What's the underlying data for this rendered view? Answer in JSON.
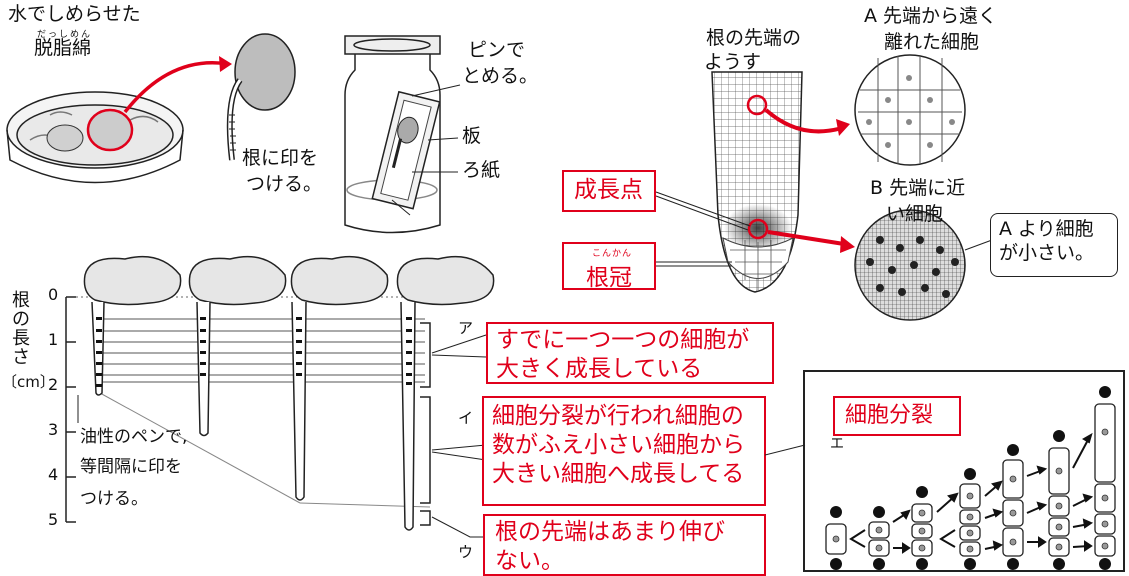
{
  "top_left": {
    "cotton_line1": "水でしめらせた",
    "cotton_ruby": "だっしめん",
    "cotton_line2": "脱脂綿",
    "mark_line1": "根に印を",
    "mark_line2": "つける。",
    "pin_line1": "ピンで",
    "pin_line2": "とめる。",
    "board": "板",
    "filter_paper": "ろ紙"
  },
  "graph": {
    "ylabel": [
      "根",
      "の",
      "長",
      "さ"
    ],
    "unit": "〔cm〕",
    "ticks": [
      "0",
      "1",
      "2",
      "3",
      "4",
      "5"
    ],
    "note_line1": "油性のペンで,",
    "note_line2": "等間隔に印を",
    "note_line3": "つける。",
    "region_a": "ア",
    "region_b": "イ",
    "region_c": "ウ",
    "region_e": "エ",
    "box_a_line1": "すでに一つ一つの細胞が",
    "box_a_line2": "大きく成長している",
    "box_b_line1": "細胞分裂が行われ細胞の",
    "box_b_line2": "数がふえ小さい細胞から",
    "box_b_line3": "大きい細胞へ成長してる",
    "box_c_line1": "根の先端はあまり伸び",
    "box_c_line2": "ない。",
    "cell_division": "細胞分裂"
  },
  "root_tip": {
    "title_line1": "根の先端の",
    "title_line2": "ようす",
    "a_line1": "A 先端から遠く",
    "a_line2": "離れた細胞",
    "b_line1": "B 先端に近",
    "b_line2": "い細胞",
    "growth_point": "成長点",
    "root_cap": "根冠",
    "root_cap_ruby": "こんかん",
    "compare_line1": "A より細胞",
    "compare_line2": "が小さい。"
  },
  "colors": {
    "red": "#e0001b",
    "black": "#111111"
  }
}
